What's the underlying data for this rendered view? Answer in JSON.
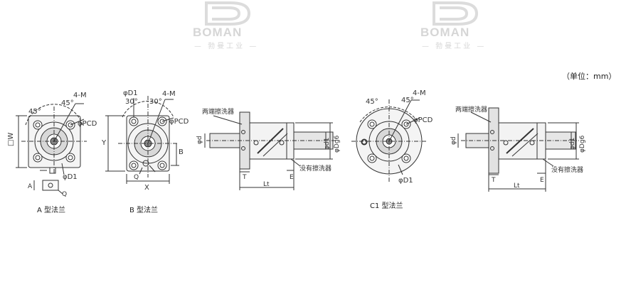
{
  "watermark": {
    "brand": "BOMAN",
    "subtitle": "— 勃曼工业 —"
  },
  "unit_note": "（单位：mm）",
  "captions": {
    "a": "A 型法兰",
    "b": "B 型法兰",
    "c1": "C1 型法兰"
  },
  "labels": {
    "a": {
      "angle1": "45°",
      "angle2": "45°",
      "holes": "4-M",
      "pcd": "φPCD",
      "width": "□W",
      "d1": "φD1",
      "a": "A",
      "q": "Q"
    },
    "b": {
      "d1": "φD1",
      "holes": "4-M",
      "angle1": "30°",
      "angle2": "30°",
      "pcd": "φPCD",
      "y": "Y",
      "b": "B",
      "q": "Q",
      "x": "X"
    },
    "side1": {
      "wiper": "两端擦洗器",
      "d": "φd",
      "d1": "φd1",
      "dg6": "φDg6",
      "no_wiper": "没有擦洗器",
      "t": "T",
      "e": "E",
      "lt": "Lt"
    },
    "c1": {
      "angle1": "45°",
      "angle2": "45°",
      "holes": "4-M",
      "pcd": "φPCD",
      "d1": "φD1"
    },
    "side2": {
      "wiper": "两端擦洗器",
      "d": "φd",
      "d1": "φd1",
      "dg6": "φDg6",
      "no_wiper": "没有擦洗器",
      "t": "T",
      "e": "E",
      "lt": "Lt"
    }
  }
}
